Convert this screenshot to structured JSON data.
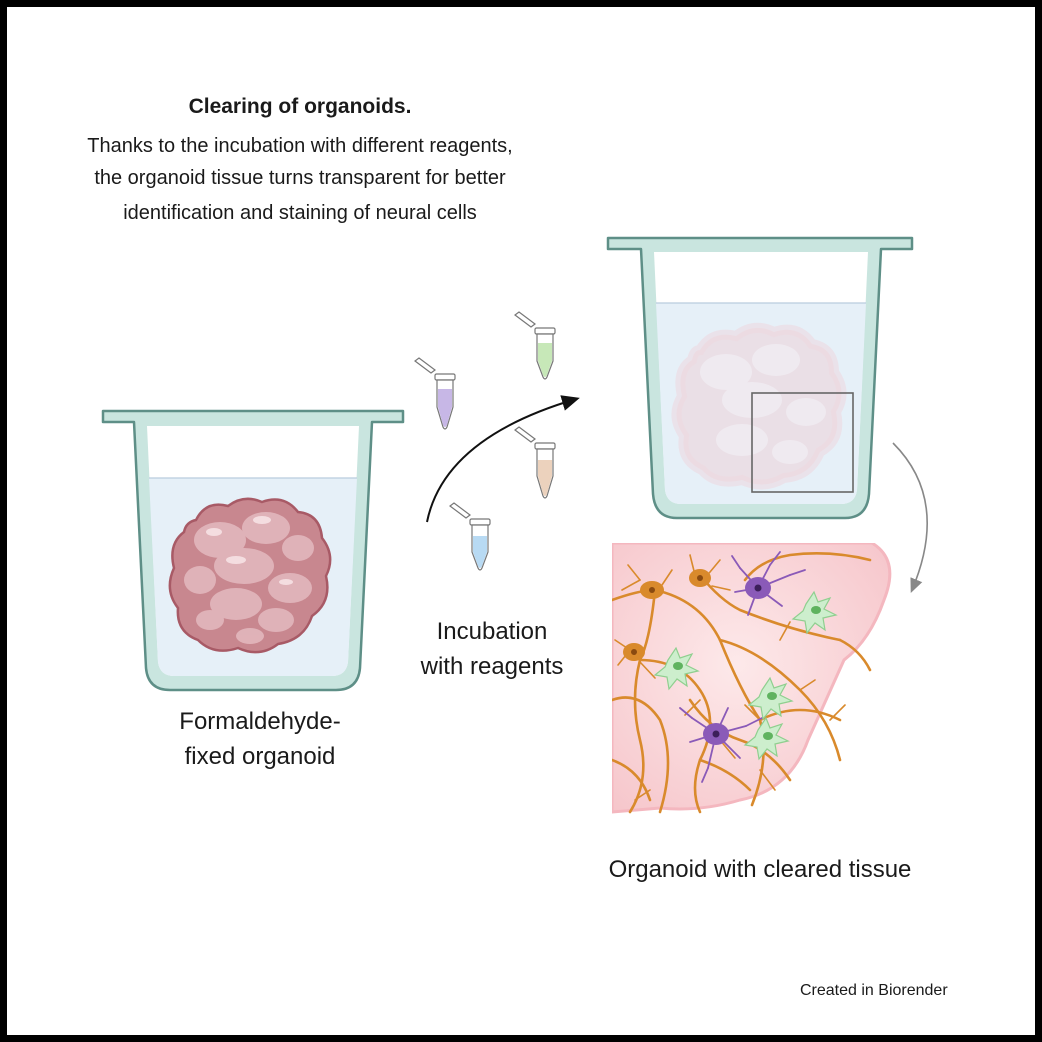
{
  "title": "Clearing of organoids.",
  "description": [
    "Thanks to the incubation with different reagents,",
    "the organoid tissue turns transparent for better",
    "identification and staining of neural cells"
  ],
  "labels": {
    "fixed_line1": "Formaldehyde-",
    "fixed_line2": "fixed organoid",
    "incubation_line1": "Incubation",
    "incubation_line2": "with reagents",
    "cleared": "Organoid with cleared tissue"
  },
  "credit": "Created in Biorender",
  "colors": {
    "well_outline": "#5e8f87",
    "well_fill": "#c9e5df",
    "liquid": "#e8f1f8",
    "organoid": "#c8878f",
    "organoid_edge": "#a85a66",
    "neuron_orange": "#d98a2c",
    "neuron_purple": "#8a5ab8",
    "glia_green": "#a8e0a8",
    "tissue_pink": "#fbdde0",
    "tube_purple": "#c7b7e6",
    "tube_green": "#c7e8b8",
    "tube_peach": "#ecd2bd",
    "tube_blue": "#b8daf3"
  }
}
